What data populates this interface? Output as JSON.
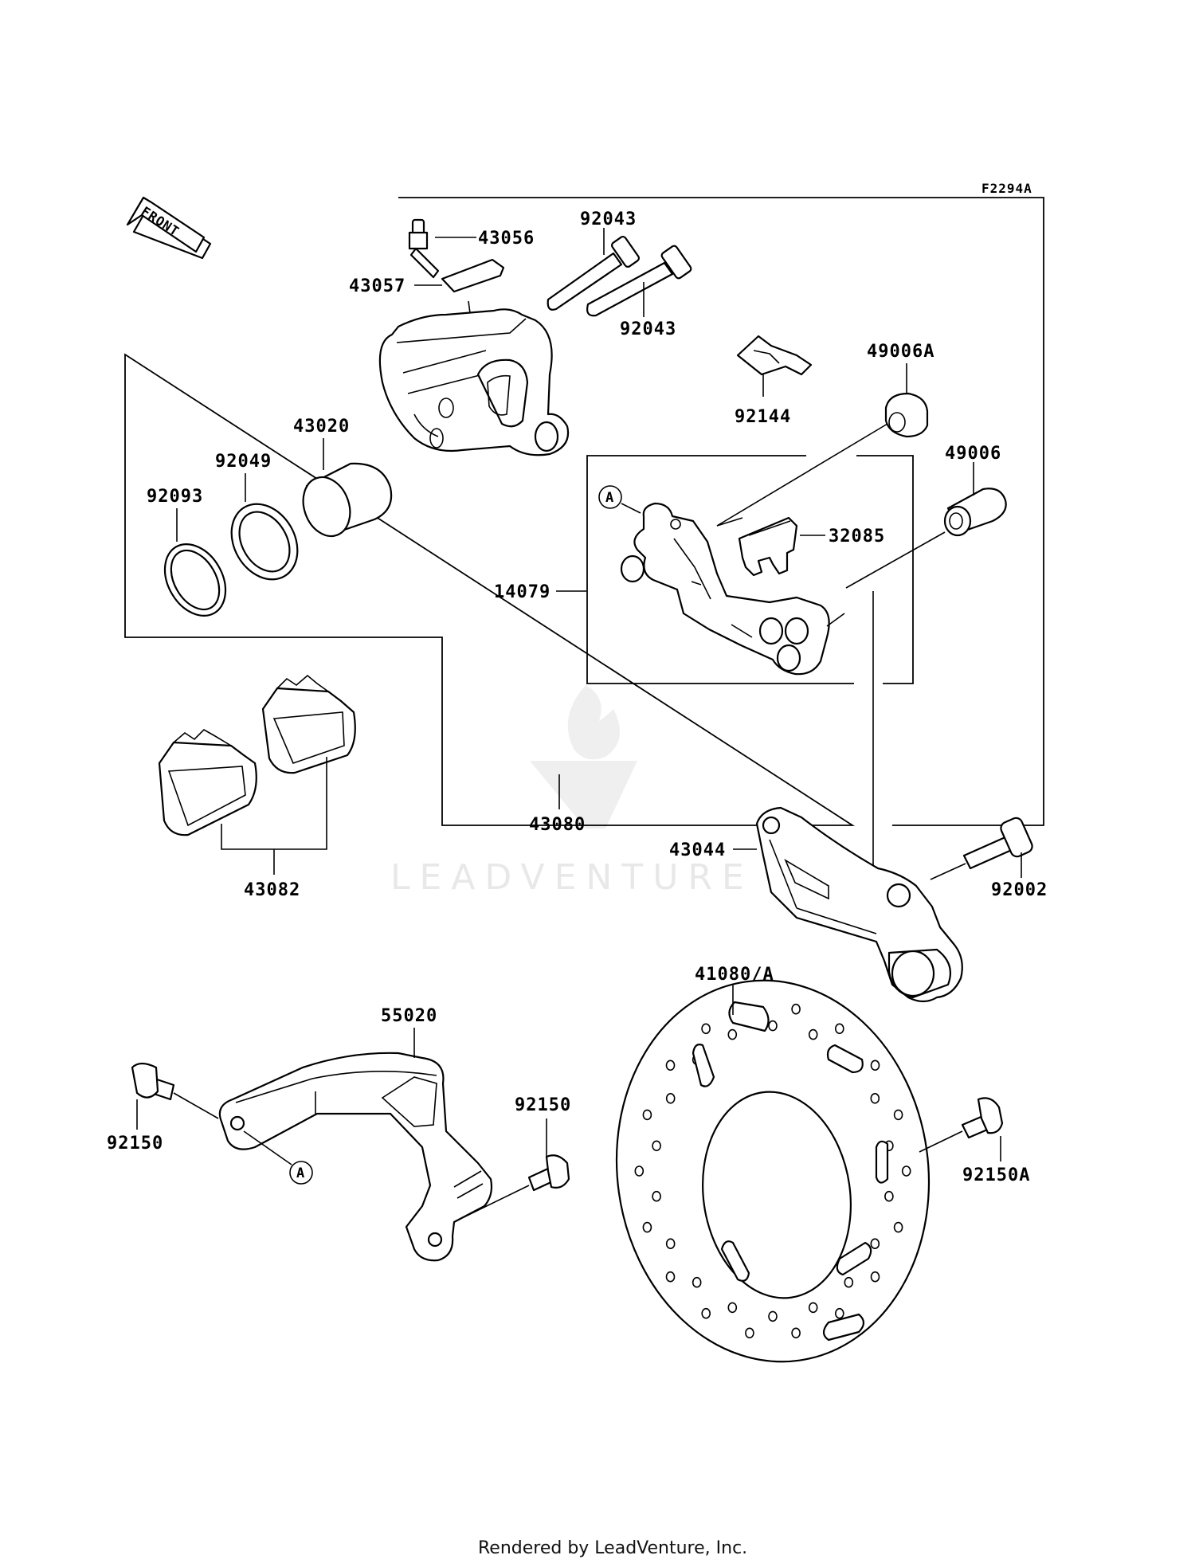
{
  "diagram": {
    "figure_code": "F2294A",
    "direction_arrow": "FRONT",
    "watermark": "LEADVENTURE",
    "footer": "Rendered by LeadVenture, Inc.",
    "reference_marker": "A",
    "parts": {
      "p43056": "43056",
      "p43057": "43057",
      "p92043a": "92043",
      "p92043b": "92043",
      "p92144": "92144",
      "p49006A": "49006A",
      "p49006": "49006",
      "p43020": "43020",
      "p92049": "92049",
      "p92093": "92093",
      "p32085": "32085",
      "p14079": "14079",
      "p43080": "43080",
      "p43082": "43082",
      "p43044": "43044",
      "p92002": "92002",
      "p41080A": "41080/A",
      "p55020": "55020",
      "p92150a": "92150",
      "p92150b": "92150",
      "p92150A": "92150A"
    }
  }
}
